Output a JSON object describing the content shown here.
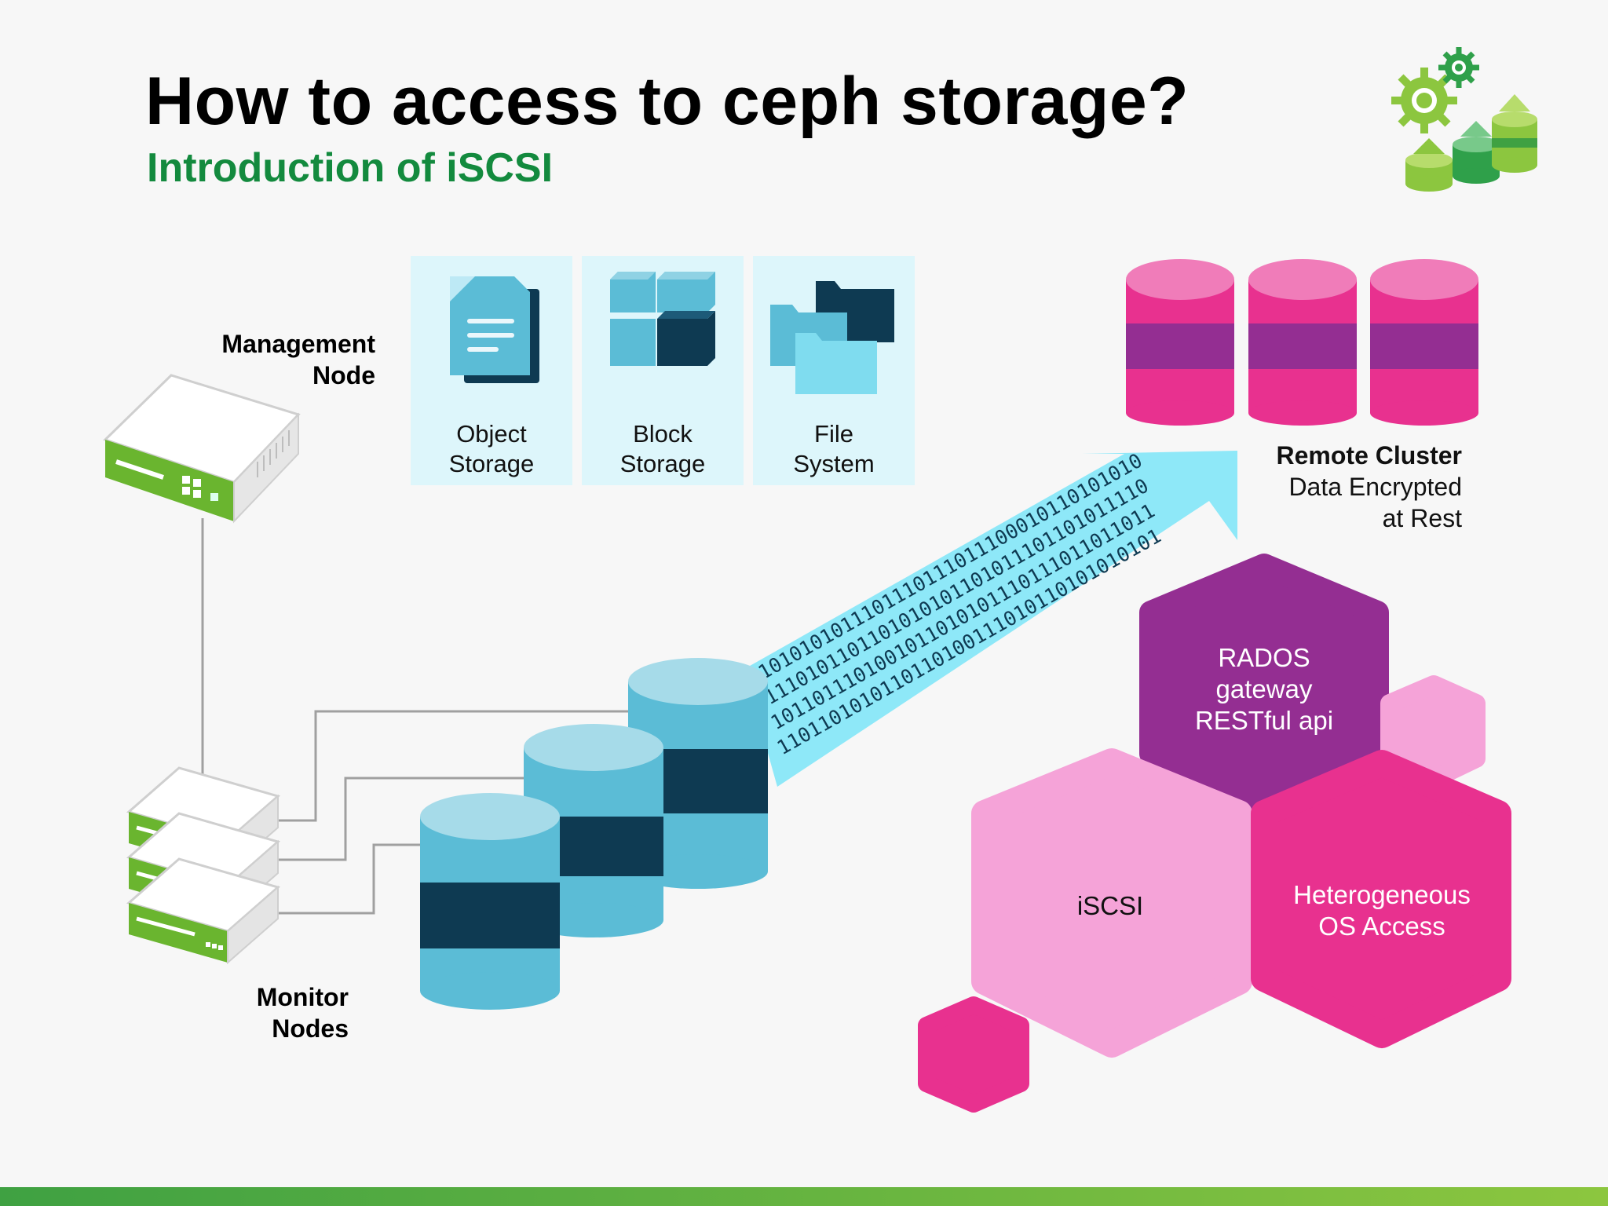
{
  "title": "How to access to ceph storage?",
  "subtitle": "Introduction of iSCSI",
  "nodes": {
    "management": [
      "Management",
      "Node"
    ],
    "monitor": [
      "Monitor",
      "Nodes"
    ]
  },
  "storage_types": [
    {
      "line1": "Object",
      "line2": "Storage",
      "icon": "document-icon"
    },
    {
      "line1": "Block",
      "line2": "Storage",
      "icon": "blocks-icon"
    },
    {
      "line1": "File",
      "line2": "System",
      "icon": "folders-icon"
    }
  ],
  "remote_cluster": {
    "title": "Remote Cluster",
    "lines": [
      "Data Encrypted",
      "at Rest"
    ]
  },
  "binary_stream": [
    "1010101011101110111011100010110101010",
    "1110101101101010101101011101101011110",
    "1011011101001011010101110111011011011",
    "1101101010110110100111010110101010101"
  ],
  "hexagons": {
    "rados": [
      "RADOS",
      "gateway",
      "RESTful api"
    ],
    "iscsi": [
      "iSCSI"
    ],
    "hetero": [
      "Heterogeneous",
      "OS Access"
    ]
  },
  "colors": {
    "green_accent": "#138a3e",
    "light_blue": "#5bbcd6",
    "dark_navy": "#0e3a52",
    "arrow_cyan": "#8ee8f8",
    "magenta": "#e8318f",
    "purple": "#942e92",
    "light_pink": "#f5a3d8"
  }
}
